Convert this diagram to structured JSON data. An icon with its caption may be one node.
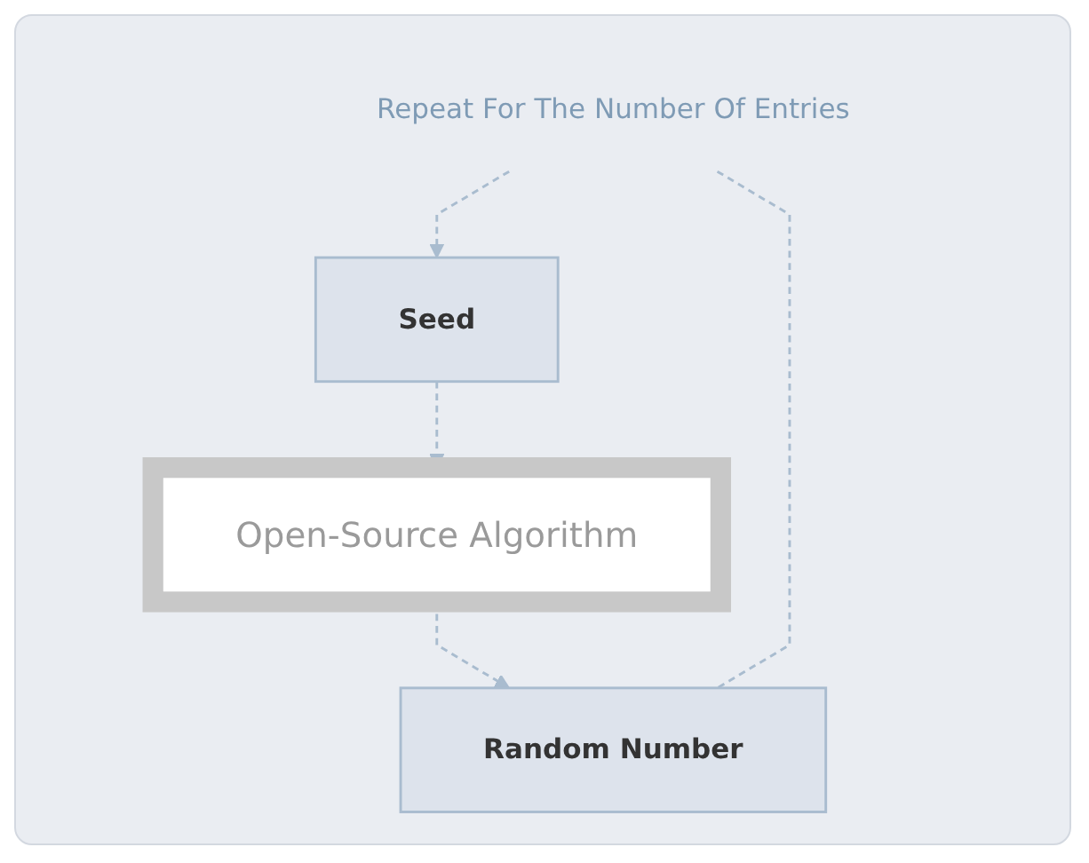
{
  "diagram": {
    "nodes": [
      {
        "text": [
          "Seed"
        ]
      },
      {
        "text": [
          "Repeat For The Number Of Entries"
        ]
      },
      {
        "text": [
          "Open-Source Algorithm"
        ]
      },
      {
        "text": [
          "Random Number"
        ]
      }
    ],
    "edges": [
      {
        "from": 1,
        "to": 0,
        "arrow": "to",
        "style": "dashed"
      },
      {
        "from": 0,
        "to": 2,
        "arrow": "to",
        "style": "dashed"
      },
      {
        "from": 2,
        "to": 3,
        "arrow": "to",
        "style": "dashed"
      },
      {
        "from": 3,
        "to": 1,
        "arrow": "none",
        "style": "dashed"
      }
    ]
  }
}
